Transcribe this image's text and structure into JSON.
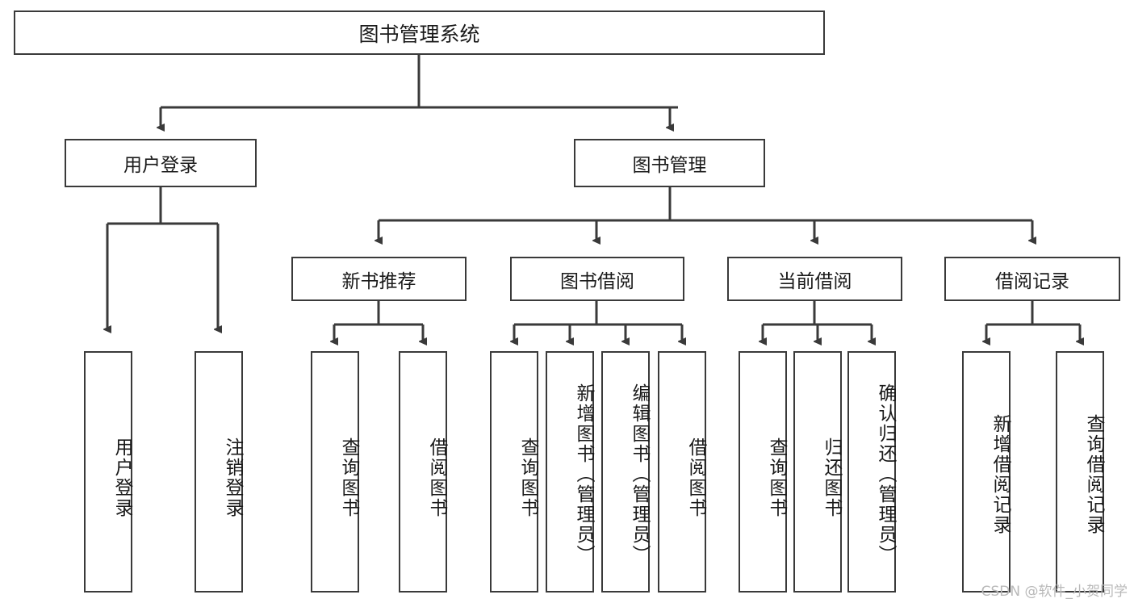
{
  "diagram": {
    "title": "图书管理系统",
    "type": "hierarchy-tree",
    "root": {
      "label": "图书管理系统"
    },
    "level1": [
      {
        "label": "用户登录"
      },
      {
        "label": "图书管理"
      }
    ],
    "level2": [
      {
        "label": "新书推荐"
      },
      {
        "label": "图书借阅"
      },
      {
        "label": "当前借阅"
      },
      {
        "label": "借阅记录"
      }
    ],
    "leaves": {
      "user_login": [
        {
          "label": "用户登录"
        },
        {
          "label": "注销登录"
        }
      ],
      "new_book_recommend": [
        {
          "label": "查询图书"
        },
        {
          "label": "借阅图书"
        }
      ],
      "book_borrow": [
        {
          "label": "查询图书"
        },
        {
          "label": "新增图书（管理员）"
        },
        {
          "label": "编辑图书（管理员）"
        },
        {
          "label": "借阅图书"
        }
      ],
      "current_borrow": [
        {
          "label": "查询图书"
        },
        {
          "label": "归还图书"
        },
        {
          "label": "确认归还（管理员）"
        }
      ],
      "borrow_record": [
        {
          "label": "新增借阅记录"
        },
        {
          "label": "查询借阅记录"
        }
      ]
    }
  },
  "watermark": {
    "text": "CSDN @软件_小贺同学"
  },
  "colors": {
    "stroke": "#3a3a3a",
    "background": "#ffffff",
    "text": "#1a1a1a",
    "watermark": "#b9b9b9"
  }
}
